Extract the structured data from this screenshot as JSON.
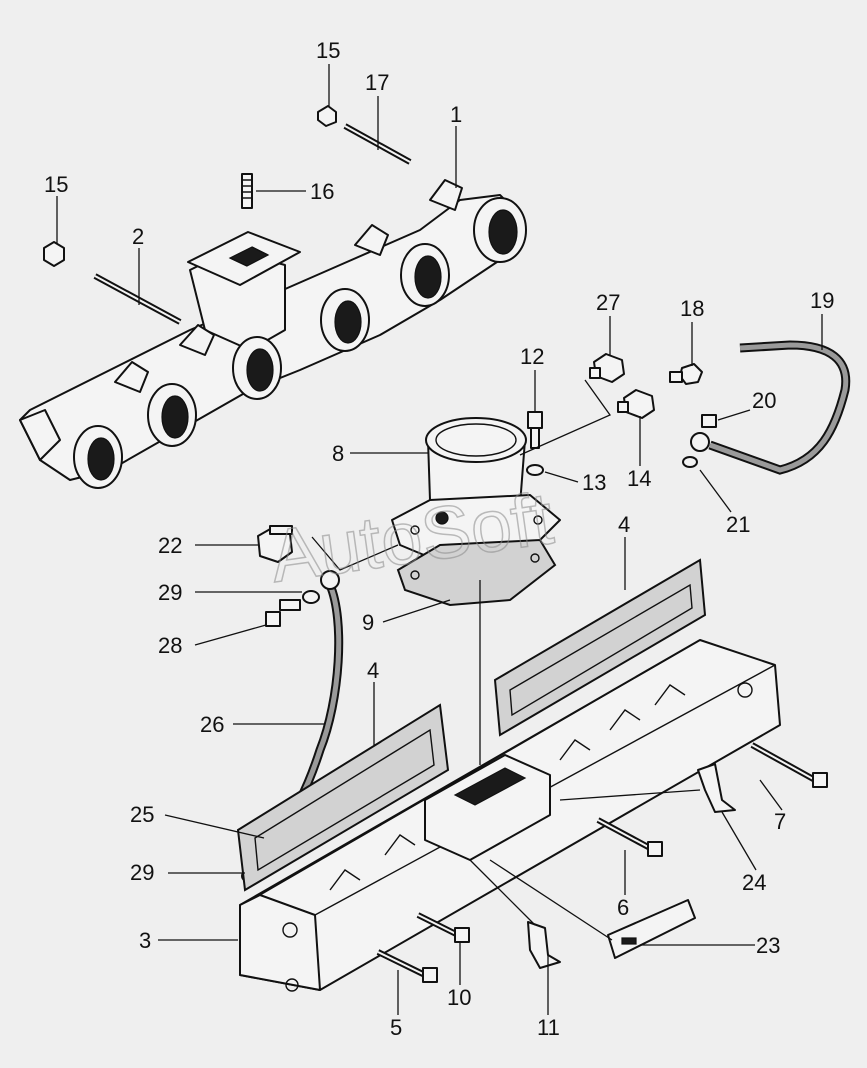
{
  "watermark": "AutoSoft",
  "parts": [
    {
      "id": "p15a",
      "number": "15"
    },
    {
      "id": "p17",
      "number": "17"
    },
    {
      "id": "p1",
      "number": "1"
    },
    {
      "id": "p15b",
      "number": "15"
    },
    {
      "id": "p16",
      "number": "16"
    },
    {
      "id": "p2",
      "number": "2"
    },
    {
      "id": "p27",
      "number": "27"
    },
    {
      "id": "p18",
      "number": "18"
    },
    {
      "id": "p19",
      "number": "19"
    },
    {
      "id": "p12",
      "number": "12"
    },
    {
      "id": "p20",
      "number": "20"
    },
    {
      "id": "p8",
      "number": "8"
    },
    {
      "id": "p13",
      "number": "13"
    },
    {
      "id": "p14",
      "number": "14"
    },
    {
      "id": "p21",
      "number": "21"
    },
    {
      "id": "p4a",
      "number": "4"
    },
    {
      "id": "p22",
      "number": "22"
    },
    {
      "id": "p29a",
      "number": "29"
    },
    {
      "id": "p28",
      "number": "28"
    },
    {
      "id": "p9",
      "number": "9"
    },
    {
      "id": "p4b",
      "number": "4"
    },
    {
      "id": "p26",
      "number": "26"
    },
    {
      "id": "p7",
      "number": "7"
    },
    {
      "id": "p25",
      "number": "25"
    },
    {
      "id": "p29b",
      "number": "29"
    },
    {
      "id": "p24",
      "number": "24"
    },
    {
      "id": "p6",
      "number": "6"
    },
    {
      "id": "p3",
      "number": "3"
    },
    {
      "id": "p23",
      "number": "23"
    },
    {
      "id": "p10",
      "number": "10"
    },
    {
      "id": "p5",
      "number": "5"
    },
    {
      "id": "p11",
      "number": "11"
    }
  ]
}
